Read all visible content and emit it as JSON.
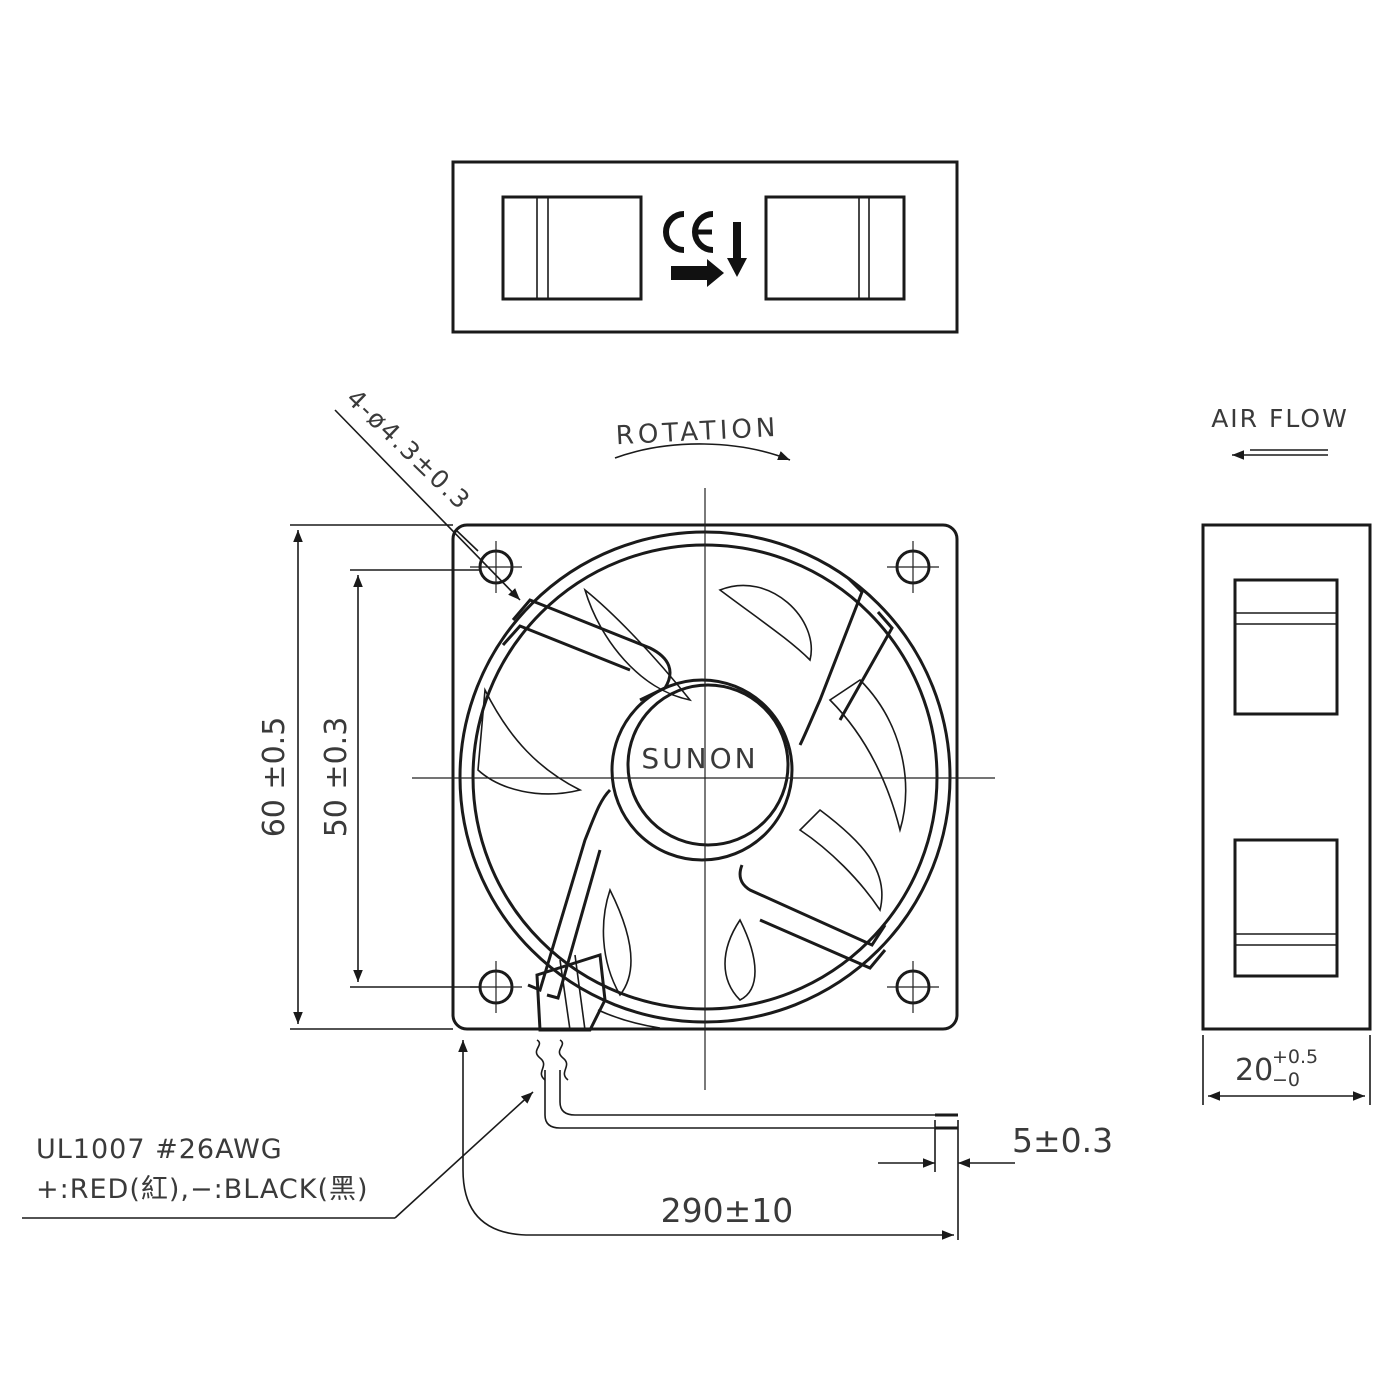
{
  "drawing": {
    "colors": {
      "line": "#1a1a1a",
      "text": "#3a3a3a",
      "background": "#ffffff"
    },
    "top_view": {
      "mark_icon": "ce-mark-icon",
      "arrows_icon": "direction-arrows-icon"
    },
    "front_view": {
      "hub_label": "SUNON",
      "rotation_label": "ROTATION",
      "hole_callout": "4-ø4.3±0.3",
      "dim_overall_height": "60 ±0.5",
      "dim_hole_pitch": "50 ±0.3"
    },
    "side_view": {
      "airflow_label": "AIR FLOW",
      "dim_depth": "20",
      "dim_depth_tol_upper": "+0.5",
      "dim_depth_tol_lower": "−0"
    },
    "wiring": {
      "cable_spec": "UL1007  #26AWG",
      "polarity": "+:RED(紅),−:BLACK(黑)",
      "dim_strip": "5±0.3",
      "dim_lead_length": "290±10"
    }
  }
}
